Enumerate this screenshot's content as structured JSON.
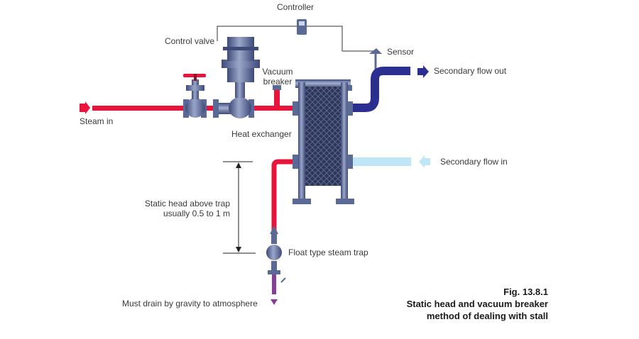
{
  "labels": {
    "controller": "Controller",
    "sensor": "Sensor",
    "control_valve": "Control valve",
    "vacuum_breaker_1": "Vacuum",
    "vacuum_breaker_2": "breaker",
    "secondary_flow_out": "Secondary flow out",
    "secondary_flow_in": "Secondary flow in",
    "steam_in": "Steam in",
    "heat_exchanger": "Heat exchanger",
    "static_head_1": "Static head above trap",
    "static_head_2": "usually 0.5 to 1 m",
    "float_trap": "Float type steam trap",
    "drain": "Must drain by gravity to atmosphere"
  },
  "caption": {
    "fig": "Fig. 13.8.1",
    "line1": "Static head and vacuum breaker",
    "line2": "method of dealing with stall"
  },
  "colors": {
    "steam": "#e8143c",
    "secondary_out": "#2b2f8f",
    "secondary_in": "#bfe6f7",
    "drain": "#8a3a9a",
    "equipment": "#5a6a95"
  }
}
